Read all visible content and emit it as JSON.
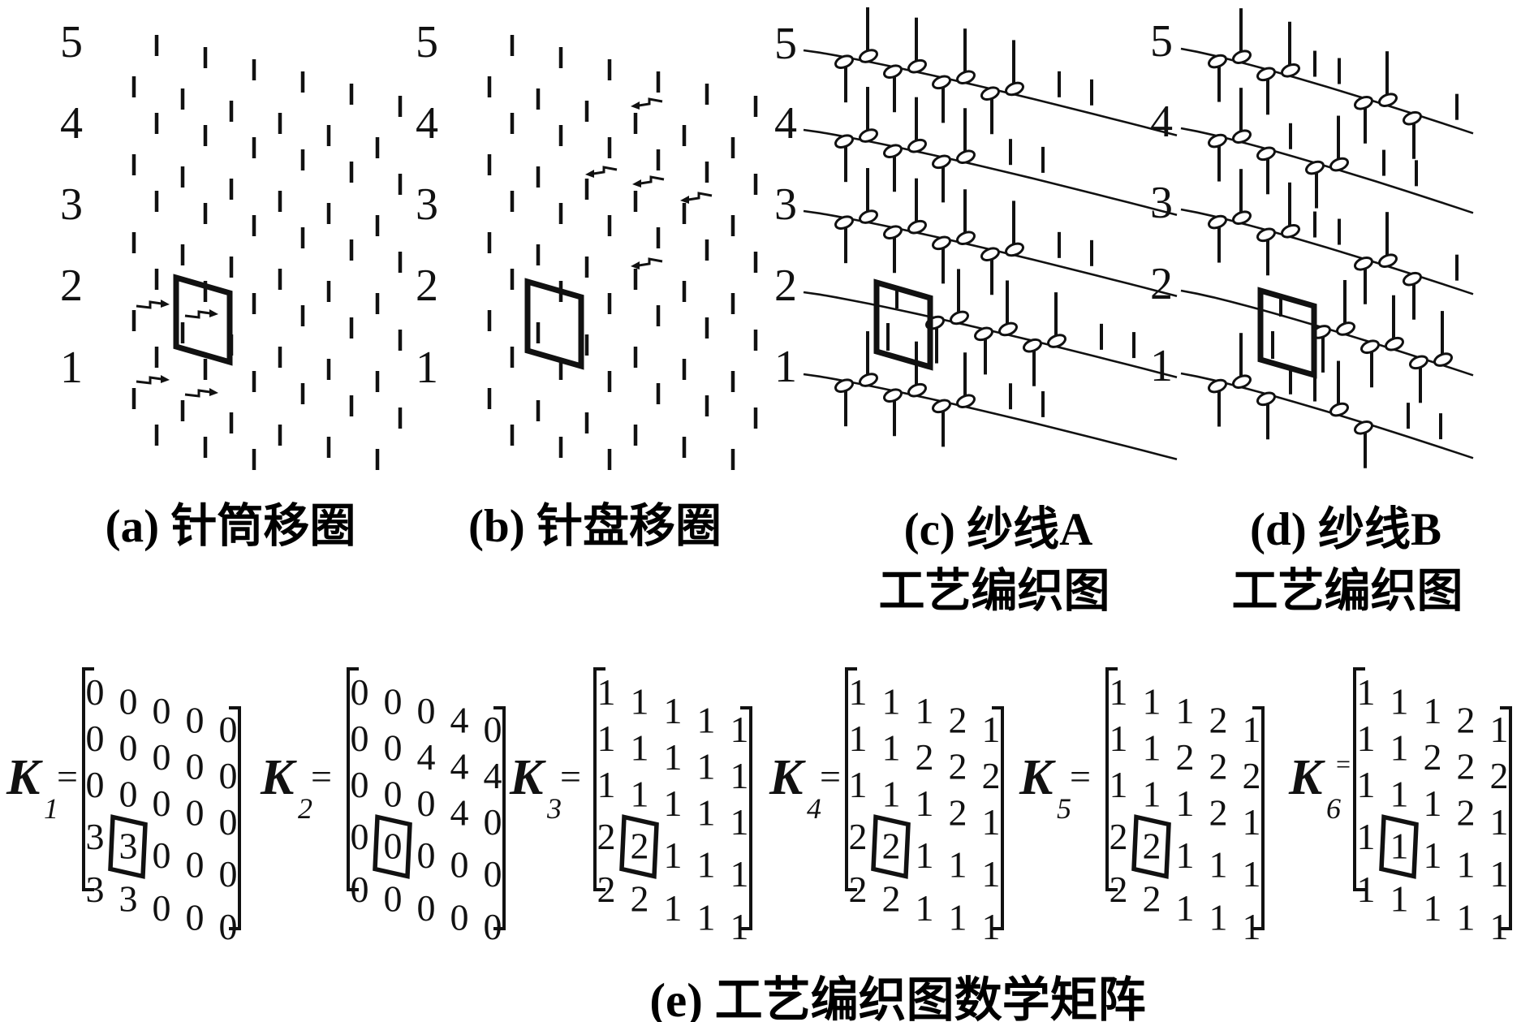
{
  "figure": {
    "panel_a": {
      "caption": "(a) 针筒移圈",
      "course_numbers": [
        "5",
        "4",
        "3",
        "2",
        "1"
      ]
    },
    "panel_b": {
      "caption": "(b) 针盘移圈",
      "course_numbers": [
        "5",
        "4",
        "3",
        "2",
        "1"
      ]
    },
    "panel_c": {
      "caption_line1": "(c) 纱线A",
      "caption_line2": "工艺编织图",
      "course_numbers": [
        "5",
        "4",
        "3",
        "2",
        "1"
      ]
    },
    "panel_d": {
      "caption_line1": "(d) 纱线B",
      "caption_line2": "工艺编织图",
      "course_numbers": [
        "5",
        "4",
        "3",
        "2",
        "1"
      ]
    },
    "caption_e": "(e) 工艺编织图数学矩阵",
    "matrices": [
      {
        "name": "K",
        "sub": "1",
        "eq": "=",
        "rows": [
          [
            "0",
            "0",
            "0",
            "0",
            "0"
          ],
          [
            "0",
            "0",
            "0",
            "0",
            "0"
          ],
          [
            "0",
            "0",
            "0",
            "0",
            "0"
          ],
          [
            "3",
            "3",
            "0",
            "0",
            "0"
          ],
          [
            "3",
            "3",
            "0",
            "0",
            "0"
          ]
        ],
        "boxed_cell": {
          "row": 3,
          "col": 1
        }
      },
      {
        "name": "K",
        "sub": "2",
        "eq": "=",
        "rows": [
          [
            "0",
            "0",
            "0",
            "4",
            "0"
          ],
          [
            "0",
            "0",
            "4",
            "4",
            "4"
          ],
          [
            "0",
            "0",
            "0",
            "4",
            "0"
          ],
          [
            "0",
            "0",
            "0",
            "0",
            "0"
          ],
          [
            "0",
            "0",
            "0",
            "0",
            "0"
          ]
        ],
        "boxed_cell": {
          "row": 3,
          "col": 1
        }
      },
      {
        "name": "K",
        "sub": "3",
        "eq": "=",
        "rows": [
          [
            "1",
            "1",
            "1",
            "1",
            "1"
          ],
          [
            "1",
            "1",
            "1",
            "1",
            "1"
          ],
          [
            "1",
            "1",
            "1",
            "1",
            "1"
          ],
          [
            "2",
            "2",
            "1",
            "1",
            "1"
          ],
          [
            "2",
            "2",
            "1",
            "1",
            "1"
          ]
        ],
        "boxed_cell": {
          "row": 3,
          "col": 1
        }
      },
      {
        "name": "K",
        "sub": "4",
        "eq": "=",
        "rows": [
          [
            "1",
            "1",
            "1",
            "2",
            "1"
          ],
          [
            "1",
            "1",
            "2",
            "2",
            "2"
          ],
          [
            "1",
            "1",
            "1",
            "2",
            "1"
          ],
          [
            "2",
            "2",
            "1",
            "1",
            "1"
          ],
          [
            "2",
            "2",
            "1",
            "1",
            "1"
          ]
        ],
        "boxed_cell": {
          "row": 3,
          "col": 1
        }
      },
      {
        "name": "K",
        "sub": "5",
        "eq": "=",
        "rows": [
          [
            "1",
            "1",
            "1",
            "2",
            "1"
          ],
          [
            "1",
            "1",
            "2",
            "2",
            "2"
          ],
          [
            "1",
            "1",
            "1",
            "2",
            "1"
          ],
          [
            "2",
            "2",
            "1",
            "1",
            "1"
          ],
          [
            "2",
            "2",
            "1",
            "1",
            "1"
          ]
        ],
        "boxed_cell": {
          "row": 3,
          "col": 1
        }
      },
      {
        "name": "K",
        "sub": "6",
        "eq": "=",
        "rows": [
          [
            "1",
            "1",
            "1",
            "2",
            "1"
          ],
          [
            "1",
            "1",
            "2",
            "2",
            "2"
          ],
          [
            "1",
            "1",
            "1",
            "2",
            "1"
          ],
          [
            "1",
            "1",
            "1",
            "1",
            "1"
          ],
          [
            "1",
            "1",
            "1",
            "1",
            "1"
          ]
        ],
        "boxed_cell": {
          "row": 3,
          "col": 1
        }
      }
    ]
  }
}
